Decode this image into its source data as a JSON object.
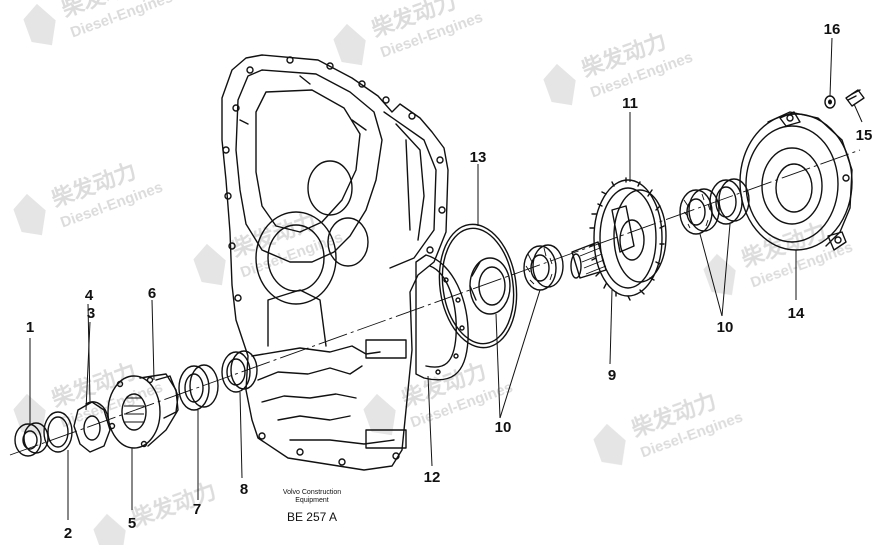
{
  "watermark": {
    "brand_cn": "柴发动力",
    "brand_en": "Diesel-Engines"
  },
  "caption": {
    "line1": "Volvo Construction",
    "line2": "Equipment",
    "drawing_code": "BE 257 A"
  },
  "callouts": {
    "c1": "1",
    "c2": "2",
    "c3": "3",
    "c4": "4",
    "c5": "5",
    "c6": "6",
    "c7": "7",
    "c8": "8",
    "c9": "9",
    "c10a": "10",
    "c10b": "10",
    "c11": "11",
    "c12": "12",
    "c13": "13",
    "c14": "14",
    "c15": "15",
    "c16": "16"
  }
}
